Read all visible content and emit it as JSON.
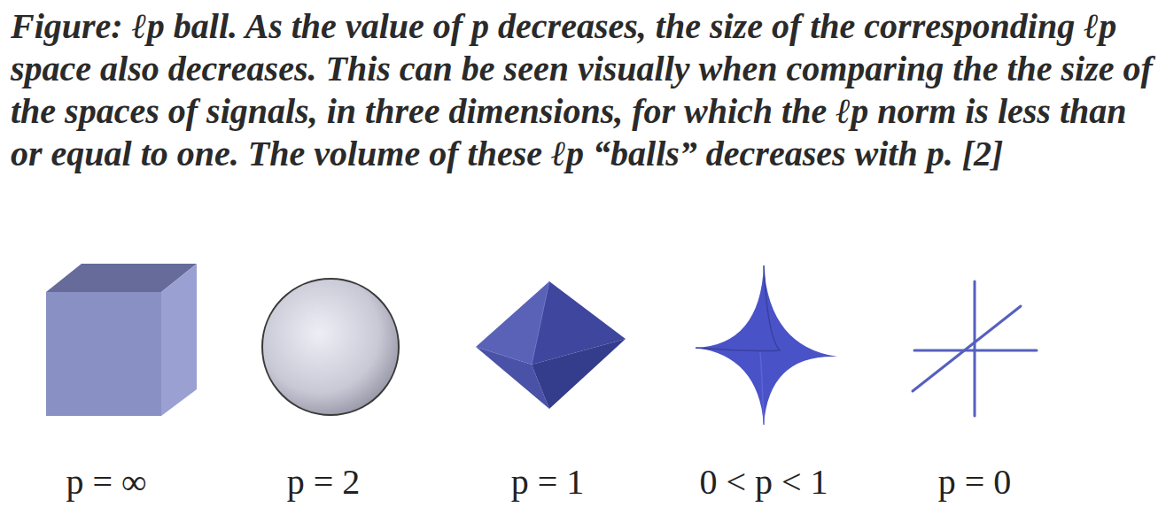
{
  "diagram": {
    "caption": "Figure: ℓp ball. As the value of p decreases, the size of the corresponding ℓp space also decreases. This can be seen visually when comparing the the size of the spaces of signals, in three dimensions, for which the ℓp norm is less than or equal to one. The volume of these ℓp “balls” decreases with p. [2]",
    "labels": [
      "p = ∞",
      "p = 2",
      "p = 1",
      "0 < p < 1",
      "p = 0"
    ]
  }
}
